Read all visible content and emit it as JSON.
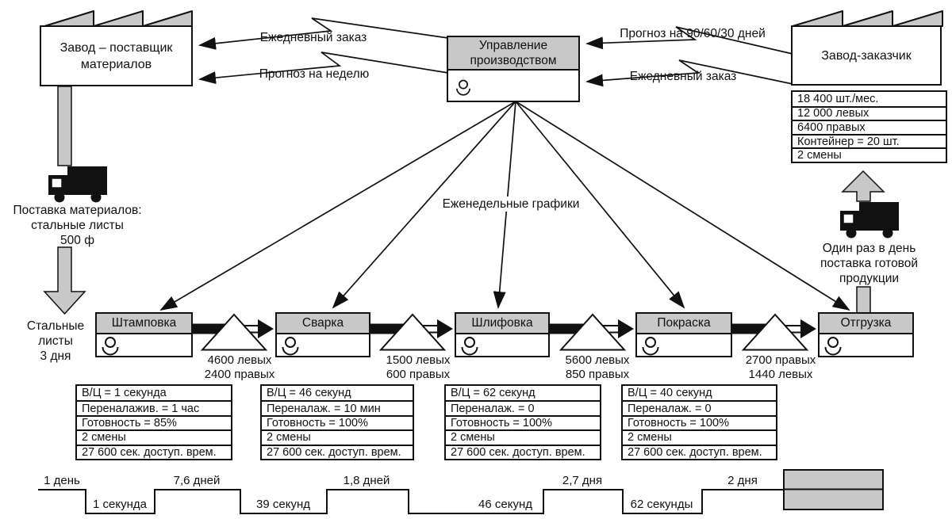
{
  "colors": {
    "gray": "#c8c8c8",
    "ink": "#111111"
  },
  "supplier": {
    "label": "Завод – поставщик\nматериалов"
  },
  "control": {
    "label": "Управление\nпроизводством"
  },
  "customer": {
    "label": "Завод-заказчик",
    "demand": [
      "18 400 шт./мес.",
      "12 000 левых",
      "6400 правых",
      "Контейнер = 20 шт.",
      "2 смены"
    ]
  },
  "info_flows": {
    "daily_order_left": "Ежедневный заказ",
    "weekly_forecast": "Прогноз на неделю",
    "forecast_906030": "Прогноз на 90/60/30 дней",
    "daily_order_right": "Ежедневный заказ",
    "weekly_schedules": "Еженедельные графики"
  },
  "logistics": {
    "inbound": "Поставка материалов:\nстальные листы\n500 ф",
    "raw_stock": "Стальные\nлисты\n3 дня",
    "outbound": "Один раз в день\nпоставка готовой\nпродукции"
  },
  "processes": [
    {
      "name": "Штамповка",
      "attrs": [
        "В/Ц = 1 секунда",
        "Переналажив. = 1 час",
        "Готовность = 85%",
        "2 смены",
        "27 600 сек. доступ. врем."
      ]
    },
    {
      "name": "Сварка",
      "attrs": [
        "В/Ц = 46 секунд",
        "Переналаж. = 10 мин",
        "Готовность = 100%",
        "2 смены",
        "27 600 сек. доступ. врем."
      ]
    },
    {
      "name": "Шлифовка",
      "attrs": [
        "В/Ц = 62 секунд",
        "Переналаж. = 0",
        "Готовность = 100%",
        "2 смены",
        "27 600 сек. доступ. врем."
      ]
    },
    {
      "name": "Покраска",
      "attrs": [
        "В/Ц = 40 секунд",
        "Переналаж. = 0",
        "Готовность = 100%",
        "2 смены",
        "27 600 сек. доступ. врем."
      ]
    },
    {
      "name": "Отгрузка"
    }
  ],
  "inventories": [
    "4600 левых\n2400 правых",
    "1500 левых\n600 правых",
    "5600 левых\n850 правых",
    "2700 правых\n1440 левых"
  ],
  "timeline": {
    "high": [
      "1 день",
      "7,6 дней",
      "1,8 дней",
      "2,7 дня",
      "2 дня"
    ],
    "low": [
      "1 секунда",
      "39 секунд",
      "46 секунд",
      "62 секунды"
    ]
  }
}
